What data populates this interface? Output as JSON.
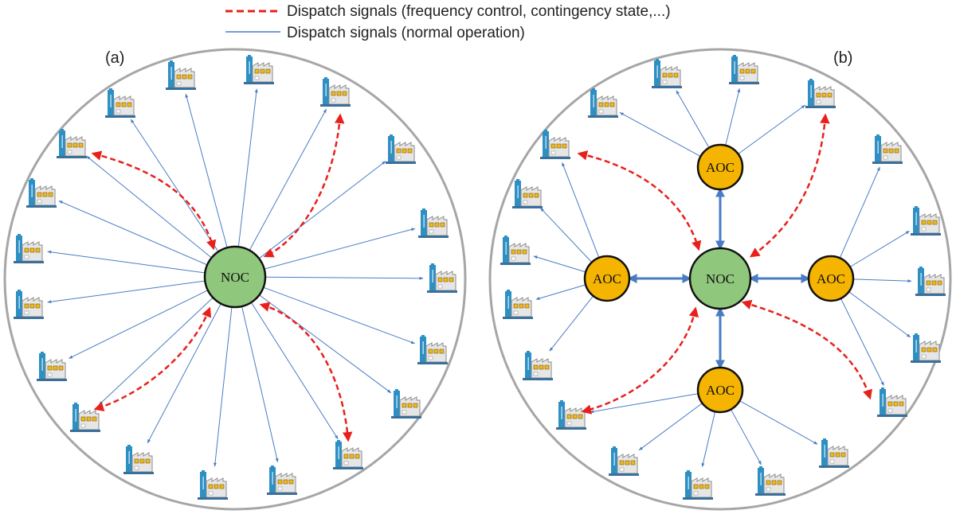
{
  "legend": {
    "red_dashed_label": "Dispatch signals (frequency control, contingency state,...)",
    "blue_line_label": "Dispatch signals (normal operation)",
    "colors": {
      "red_dashed": "#e8201c",
      "blue_line": "#4a7cc5"
    }
  },
  "panels": [
    {
      "label": "(a)",
      "center_node": "NOC",
      "area_nodes": []
    },
    {
      "label": "(b)",
      "center_node": "NOC",
      "area_nodes": [
        "AOC",
        "AOC",
        "AOC",
        "AOC"
      ]
    }
  ],
  "colors": {
    "noc_fill": "#8fc77c",
    "aoc_fill": "#f5b400",
    "node_stroke": "#111111",
    "ring": "#a6a6a6",
    "plant_blue": "#2e8fc3",
    "plant_window": "#f3b81c"
  },
  "icons": {
    "plant": "factory-icon"
  }
}
